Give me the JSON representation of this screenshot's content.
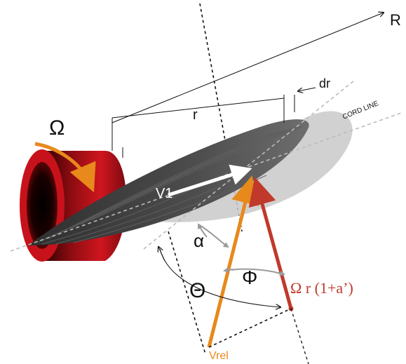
{
  "labels": {
    "r_axis": "R",
    "dr": "dr",
    "r": "r",
    "cord_line": "CORD LINE",
    "omega": "Ω",
    "v1": "V1",
    "alpha": "α",
    "theta": "Θ",
    "phi": "Φ",
    "omega_r": "Ω r (1+a’)",
    "vrel": "Vrel"
  },
  "colors": {
    "hub_red": "#c8121b",
    "blade_dark": "#4a4a4a",
    "blade_shadow": "#c9c9c9",
    "vrel_orange": "#e8891c",
    "omega_r_red": "#c0392b",
    "v1_white": "#ffffff",
    "angle_gray": "#9a9a9a",
    "dashed_black": "#111111",
    "chord_gray": "#bbbbbb"
  }
}
